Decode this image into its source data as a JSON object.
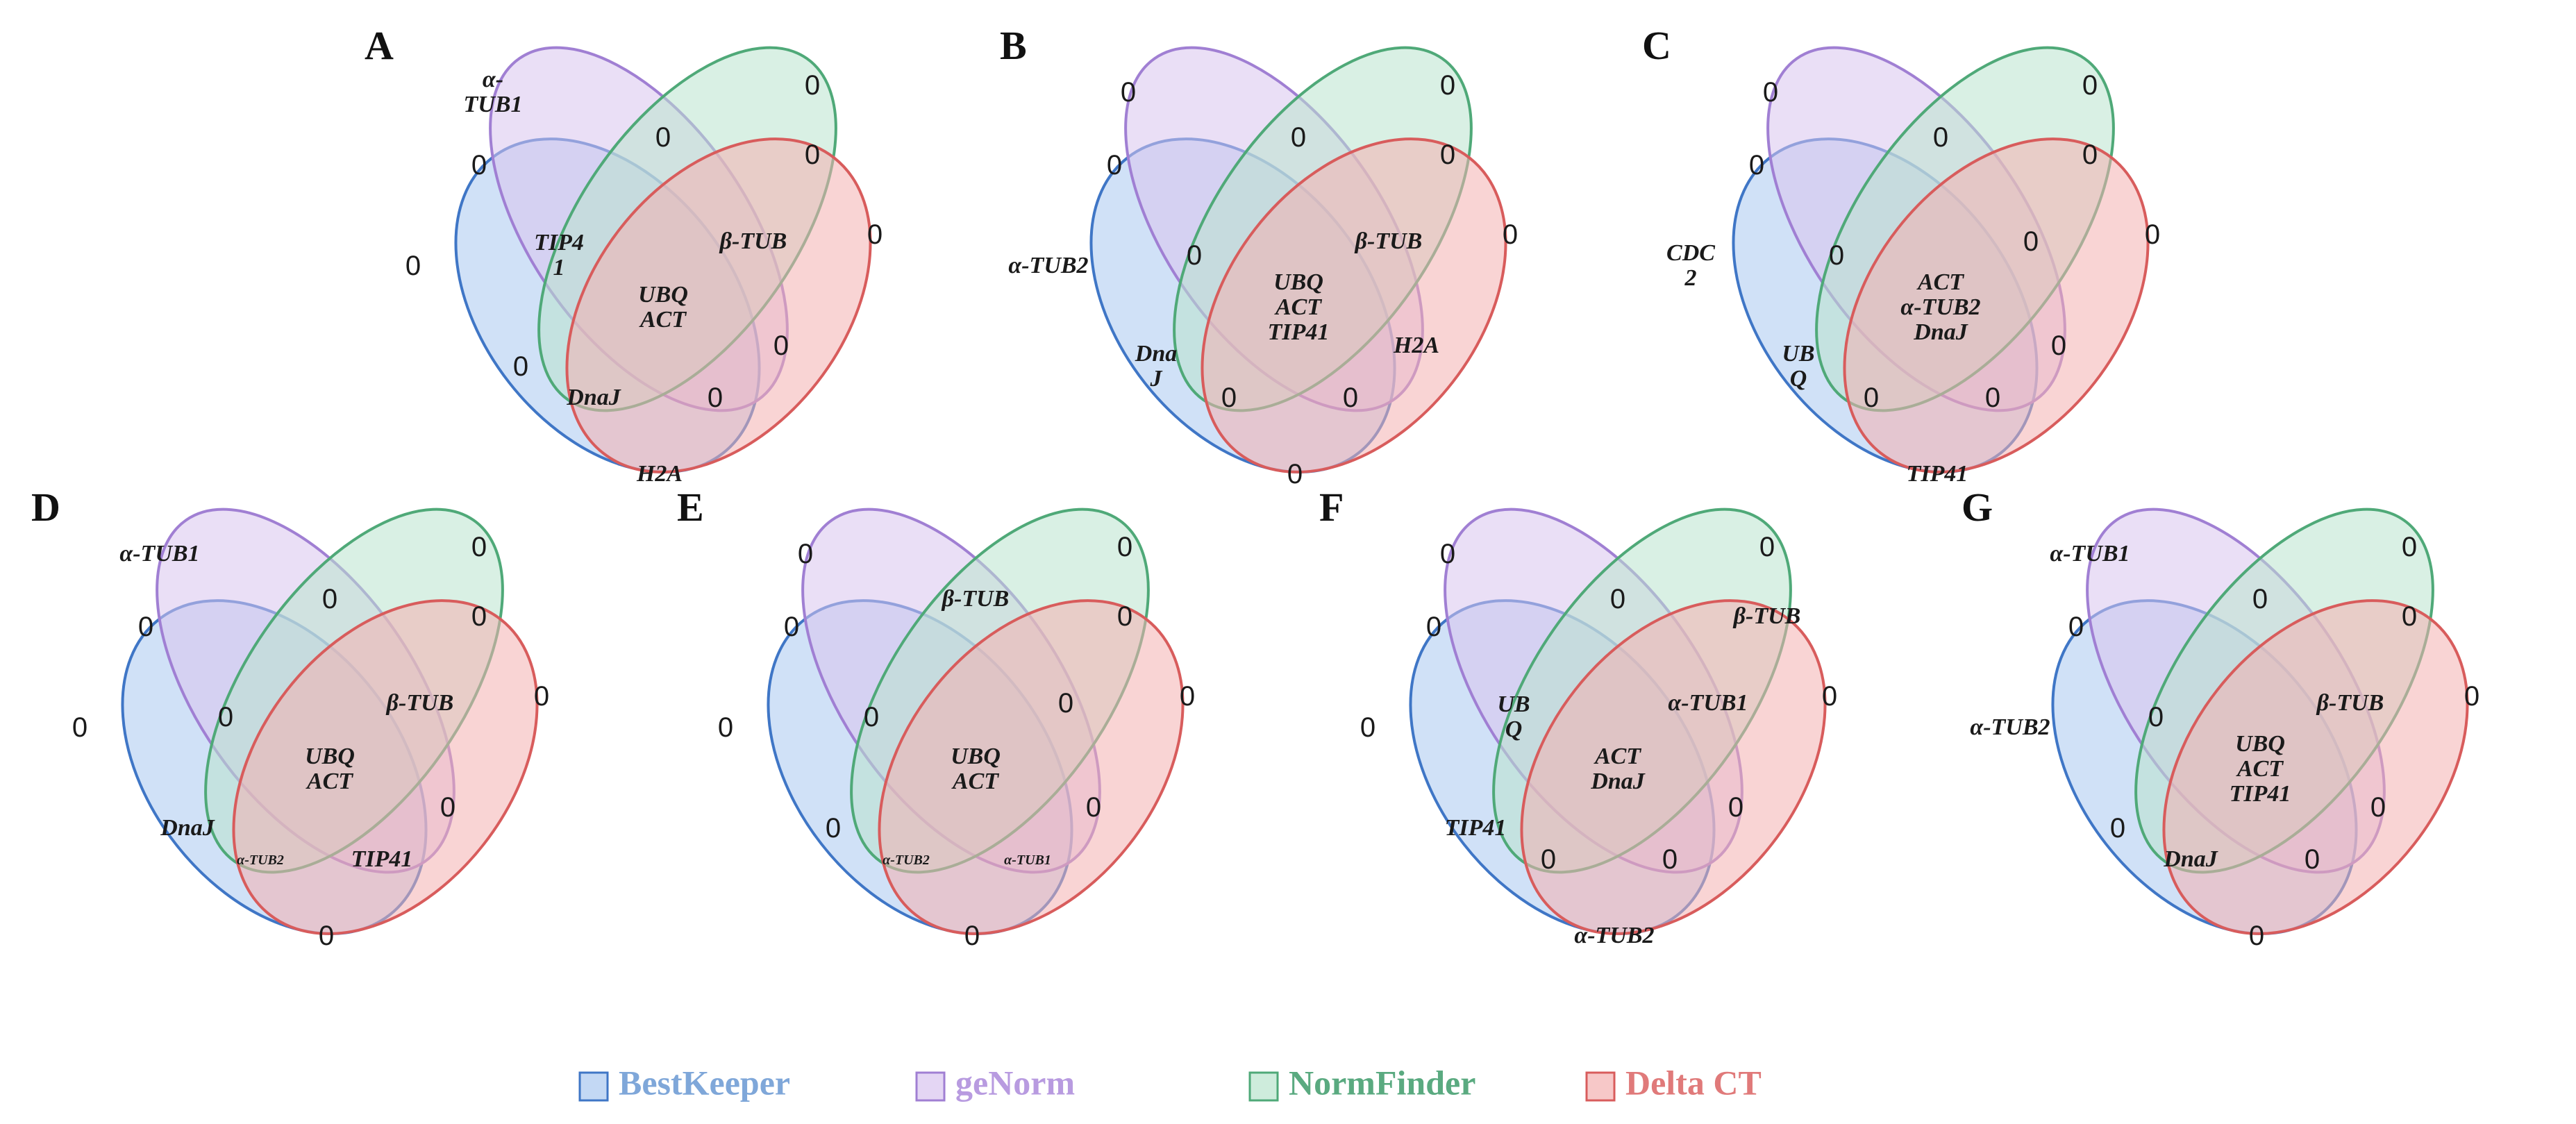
{
  "colors": {
    "bestkeeper_fill": "#a9c8f0",
    "bestkeeper_stroke": "#3f76c6",
    "genorm_fill": "#d8c5ef",
    "genorm_stroke": "#a07fd3",
    "normfinder_fill": "#b9e4cd",
    "normfinder_stroke": "#4fa978",
    "deltact_fill": "#f4b1b1",
    "deltact_stroke": "#d85c5c"
  },
  "legend": [
    {
      "label": "BestKeeper",
      "text_color": "#7fa7d9",
      "fill": "#a9c8f0",
      "stroke": "#3f76c6"
    },
    {
      "label": "geNorm",
      "text_color": "#b89be0",
      "fill": "#d8c5ef",
      "stroke": "#a07fd3"
    },
    {
      "label": "NormFinder",
      "text_color": "#5aaa80",
      "fill": "#b9e4cd",
      "stroke": "#4fa978"
    },
    {
      "label": "Delta CT",
      "text_color": "#e07a7a",
      "fill": "#f4b1b1",
      "stroke": "#d85c5c"
    }
  ],
  "panels": [
    {
      "title": "A",
      "regions": {
        "b_only": "0",
        "g_only": "α-\nTUB1",
        "n_only": "0",
        "d_only": "0",
        "bg": "0",
        "gn": "0",
        "nd": "0",
        "bd": "H2A",
        "bgn": "TIP4\n1",
        "gnd": "β-TUB",
        "bnd": "DnaJ",
        "bgd": "0",
        "bn": "0",
        "gd": "0",
        "all": "UBQ\nACT"
      }
    },
    {
      "title": "B",
      "regions": {
        "b_only": "α-TUB2",
        "g_only": "0",
        "n_only": "0",
        "d_only": "0",
        "bg": "0",
        "gn": "0",
        "nd": "0",
        "bd": "0",
        "bgn": "0",
        "gnd": "β-TUB",
        "bnd": "0",
        "bgd": "0",
        "bn": "Dna\nJ",
        "gd": "H2A",
        "all": "UBQ\nACT\nTIP41"
      }
    },
    {
      "title": "C",
      "regions": {
        "b_only": "CDC\n2",
        "g_only": "0",
        "n_only": "0",
        "d_only": "0",
        "bg": "0",
        "gn": "0",
        "nd": "0",
        "bd": "TIP41",
        "bgn": "0",
        "gnd": "0",
        "bnd": "0",
        "bgd": "0",
        "bn": "UB\nQ",
        "gd": "0",
        "all": "ACT\nα-TUB2\nDnaJ"
      }
    },
    {
      "title": "D",
      "regions": {
        "b_only": "0",
        "g_only": "α-TUB1",
        "n_only": "0",
        "d_only": "0",
        "bg": "0",
        "gn": "0",
        "nd": "0",
        "bd": "0",
        "bgn": "0",
        "gnd": "β-TUB",
        "bnd": "α-TUB2",
        "bgd": "TIP41",
        "bn": "DnaJ",
        "gd": "0",
        "all": "UBQ\nACT"
      }
    },
    {
      "title": "E",
      "regions": {
        "b_only": "0",
        "g_only": "0",
        "n_only": "0",
        "d_only": "0",
        "bg": "0",
        "gn": "β-TUB",
        "nd": "0",
        "bd": "0",
        "bgn": "0",
        "gnd": "0",
        "bnd": "α-TUB2",
        "bgd": "α-TUB1",
        "bn": "0",
        "gd": "0",
        "all": "UBQ\nACT"
      }
    },
    {
      "title": "F",
      "regions": {
        "b_only": "0",
        "g_only": "0",
        "n_only": "0",
        "d_only": "0",
        "bg": "0",
        "gn": "0",
        "nd": "β-TUB",
        "bd": "α-TUB2",
        "bgn": "UB\nQ",
        "gnd": "α-TUB1",
        "bnd": "0",
        "bgd": "0",
        "bn": "TIP41",
        "gd": "0",
        "all": "ACT\nDnaJ"
      }
    },
    {
      "title": "G",
      "regions": {
        "b_only": "α-TUB2",
        "g_only": "α-TUB1",
        "n_only": "0",
        "d_only": "0",
        "bg": "0",
        "gn": "0",
        "nd": "0",
        "bd": "0",
        "bgn": "0",
        "gnd": "β-TUB",
        "bnd": "DnaJ",
        "bgd": "0",
        "bn": "0",
        "gd": "0",
        "all": "UBQ\nACT\nTIP41"
      }
    }
  ]
}
